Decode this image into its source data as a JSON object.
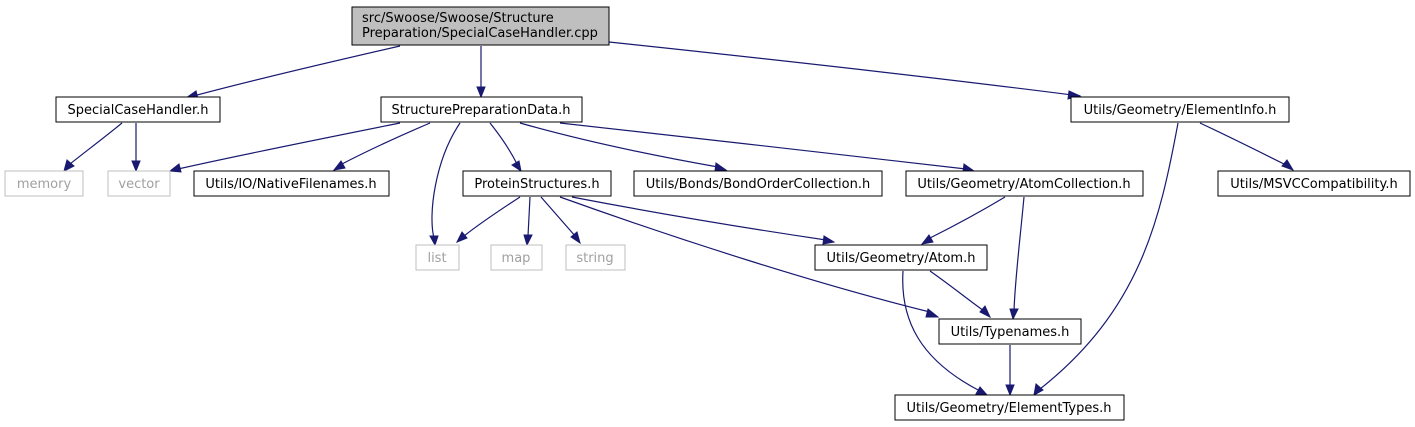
{
  "graph": {
    "root": {
      "lines": [
        "src/Swoose/Swoose/Structure",
        "Preparation/SpecialCaseHandler.cpp"
      ]
    },
    "nodes": {
      "special_case_handler_h": "SpecialCaseHandler.h",
      "structure_preparation_data_h": "StructurePreparationData.h",
      "element_info_h": "Utils/Geometry/ElementInfo.h",
      "memory": "memory",
      "vector": "vector",
      "native_filenames_h": "Utils/IO/NativeFilenames.h",
      "protein_structures_h": "ProteinStructures.h",
      "bond_order_collection_h": "Utils/Bonds/BondOrderCollection.h",
      "atom_collection_h": "Utils/Geometry/AtomCollection.h",
      "msvc_compatibility_h": "Utils/MSVCCompatibility.h",
      "list": "list",
      "map": "map",
      "string": "string",
      "atom_h": "Utils/Geometry/Atom.h",
      "typenames_h": "Utils/Typenames.h",
      "element_types_h": "Utils/Geometry/ElementTypes.h"
    },
    "external_nodes": [
      "memory",
      "vector",
      "list",
      "map",
      "string"
    ],
    "colors": {
      "edge": "#191970",
      "root_fill": "#bfbfbf",
      "external_border": "#bfbfbf",
      "external_text": "#a0a0a0"
    },
    "edges": [
      [
        "root",
        "special_case_handler_h"
      ],
      [
        "root",
        "structure_preparation_data_h"
      ],
      [
        "root",
        "element_info_h"
      ],
      [
        "special_case_handler_h",
        "memory"
      ],
      [
        "special_case_handler_h",
        "vector"
      ],
      [
        "structure_preparation_data_h",
        "vector"
      ],
      [
        "structure_preparation_data_h",
        "native_filenames_h"
      ],
      [
        "structure_preparation_data_h",
        "list"
      ],
      [
        "structure_preparation_data_h",
        "protein_structures_h"
      ],
      [
        "structure_preparation_data_h",
        "bond_order_collection_h"
      ],
      [
        "structure_preparation_data_h",
        "atom_collection_h"
      ],
      [
        "element_info_h",
        "element_types_h"
      ],
      [
        "element_info_h",
        "msvc_compatibility_h"
      ],
      [
        "protein_structures_h",
        "list"
      ],
      [
        "protein_structures_h",
        "map"
      ],
      [
        "protein_structures_h",
        "string"
      ],
      [
        "protein_structures_h",
        "atom_h"
      ],
      [
        "protein_structures_h",
        "typenames_h"
      ],
      [
        "atom_collection_h",
        "atom_h"
      ],
      [
        "atom_collection_h",
        "typenames_h"
      ],
      [
        "atom_h",
        "typenames_h"
      ],
      [
        "atom_h",
        "element_types_h"
      ],
      [
        "typenames_h",
        "element_types_h"
      ]
    ]
  }
}
